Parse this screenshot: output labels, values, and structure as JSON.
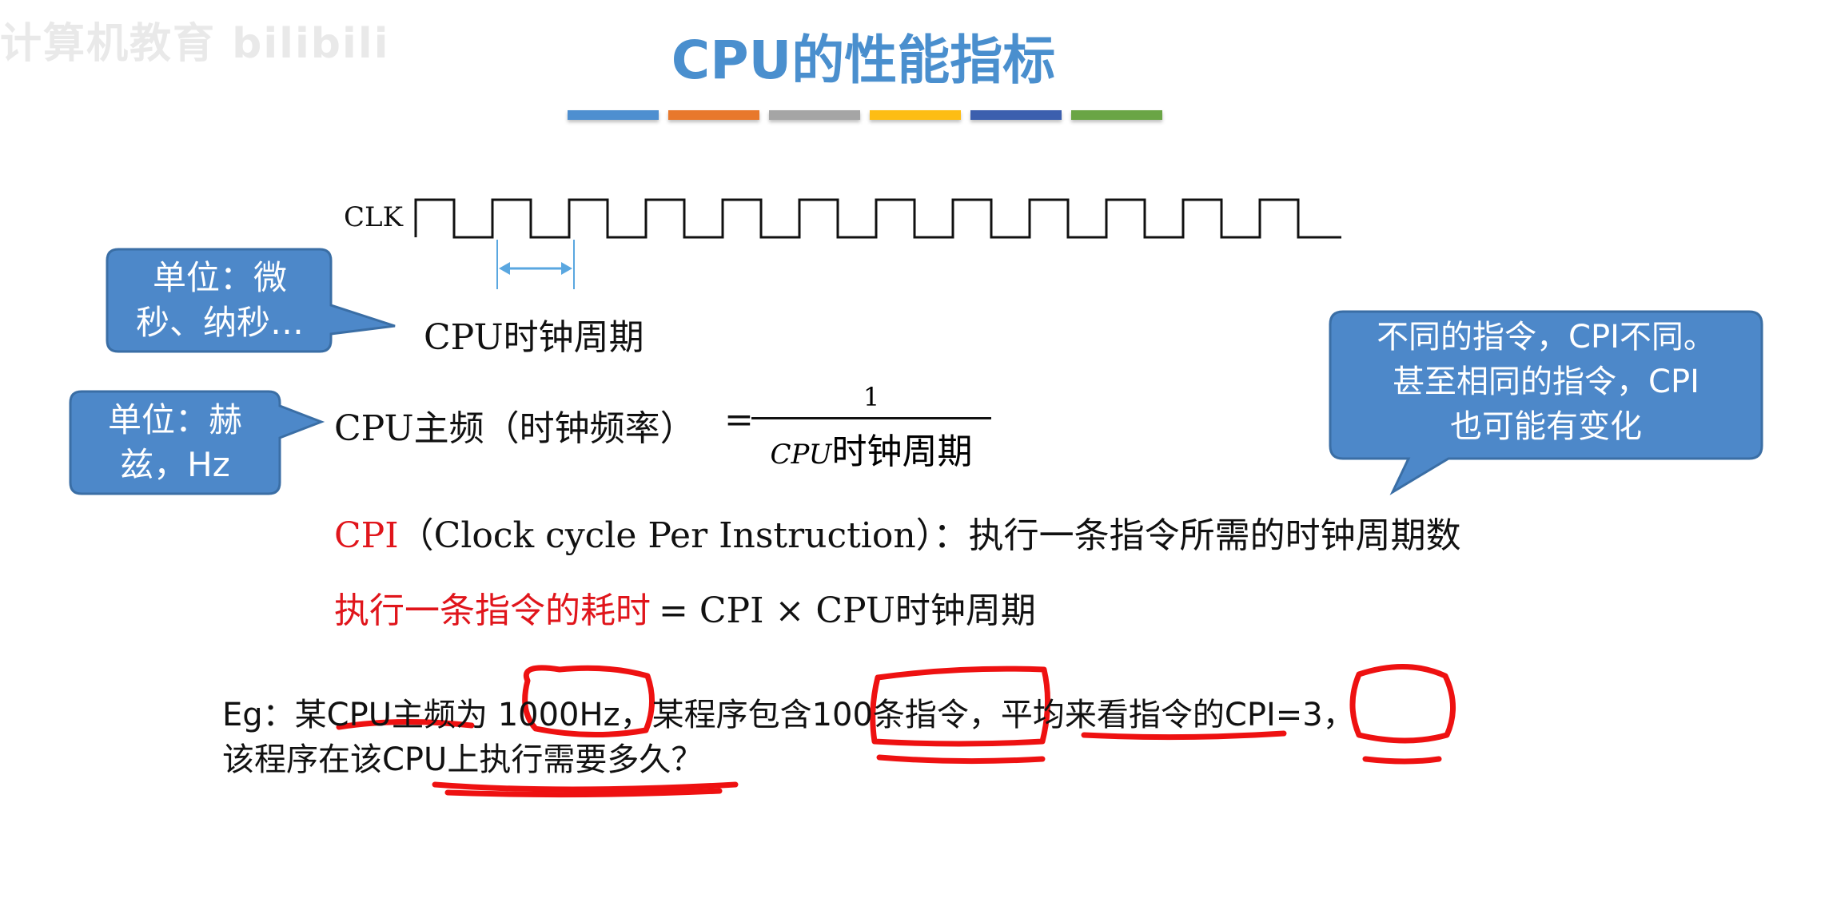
{
  "watermark": "计算机教育 bilibili",
  "title": "CPU的性能指标",
  "title_bar_colors": [
    "#4e8fd0",
    "#e8782c",
    "#a5a5a5",
    "#fdbd14",
    "#3c5fae",
    "#6aa545"
  ],
  "clk_label": "CLK",
  "callouts": {
    "unit_time": "单位：微秒、纳秒…",
    "unit_freq": "单位：赫兹，Hz",
    "cpi_note": "不同的指令，CPI不同。甚至相同的指令，CPI也可能有变化"
  },
  "callout_lines": {
    "unit_time": [
      "单位：微",
      "秒、纳秒…"
    ],
    "unit_freq": [
      "单位：赫",
      "兹，Hz"
    ],
    "cpi_note": [
      "不同的指令，CPI不同。",
      "甚至相同的指令，CPI",
      "也可能有变化"
    ]
  },
  "clock_period_label": "CPU时钟周期",
  "frequency": {
    "label": "CPU主频（时钟频率）",
    "equals": "=",
    "numerator": "1",
    "denominator_prefix": "CPU",
    "denominator_suffix": "时钟周期"
  },
  "cpi": {
    "label": "CPI",
    "definition": "（Clock cycle Per Instruction）：执行一条指令所需的时钟周期数"
  },
  "exec_time": {
    "label": "执行一条指令的耗时",
    "formula": "= CPI × CPU时钟周期"
  },
  "example": {
    "line1": "Eg：某CPU主频为 1000Hz，某程序包含100条指令，平均来看指令的CPI=3，",
    "line2": "该程序在该CPU上执行需要多久？"
  },
  "colors": {
    "title": "#4a8fce",
    "callout_fill": "#4d88c9",
    "callout_stroke": "#3a6ea5",
    "emphasis_red": "#e0151b",
    "annotation_red": "#ee1111",
    "arrow_blue": "#5aa7e0"
  }
}
